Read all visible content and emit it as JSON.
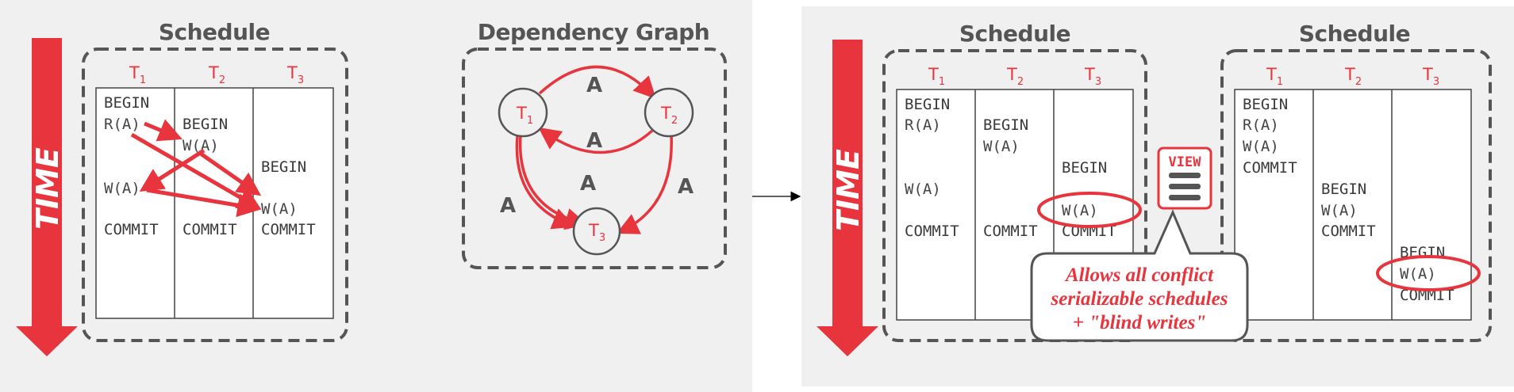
{
  "left_slide": {
    "time_label": "TIME",
    "schedule": {
      "title": "Schedule",
      "txn_prefix": "T",
      "txn_indices": [
        "1",
        "2",
        "3"
      ],
      "col1": [
        "BEGIN",
        "R(A)",
        "W(A)",
        "COMMIT"
      ],
      "col2": [
        "BEGIN",
        "W(A)",
        "COMMIT"
      ],
      "col3": [
        "BEGIN",
        "W(A)",
        "COMMIT"
      ]
    },
    "graph": {
      "title": "Dependency Graph",
      "nodes": [
        "1",
        "2",
        "3"
      ],
      "edge_label": "A"
    }
  },
  "right_slide": {
    "time_label": "TIME",
    "schedule_a": {
      "title": "Schedule",
      "col1": [
        "BEGIN",
        "R(A)",
        "W(A)",
        "COMMIT"
      ],
      "col2": [
        "BEGIN",
        "W(A)",
        "COMMIT"
      ],
      "col3": [
        "BEGIN",
        "W(A)",
        "COMMIT"
      ]
    },
    "schedule_b": {
      "title": "Schedule",
      "col1": [
        "BEGIN",
        "R(A)",
        "W(A)",
        "COMMIT"
      ],
      "col2": [
        "BEGIN",
        "W(A)",
        "COMMIT"
      ],
      "col3": [
        "BEGIN",
        "W(A)",
        "COMMIT"
      ]
    },
    "view_badge": "VIEW",
    "callout": [
      "Allows all conflict",
      "serializable schedules",
      "+ \"blind writes\""
    ]
  },
  "colors": {
    "accent": "#e8343d",
    "frame": "#555555",
    "slide_bg": "#f0f0f0"
  }
}
